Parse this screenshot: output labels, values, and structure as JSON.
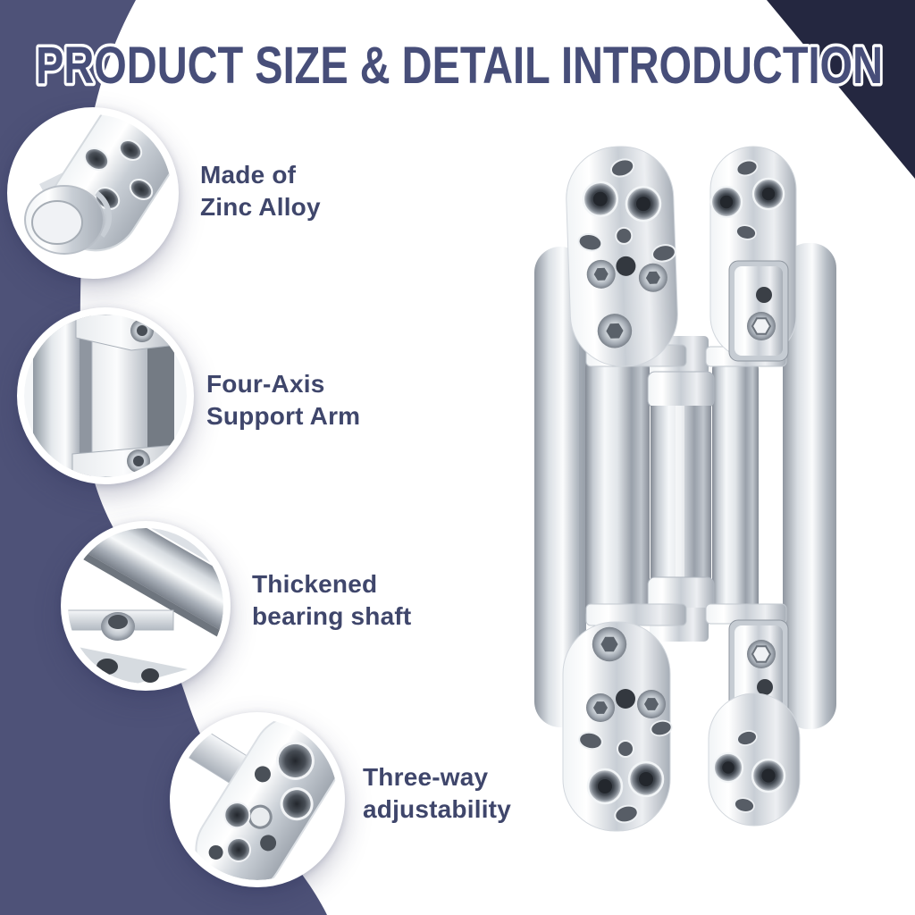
{
  "banner": {
    "title": "PRODUCT SIZE & DETAIL INTRODUCTION"
  },
  "features": [
    {
      "line1": "Made of",
      "line2": "Zinc Alloy",
      "photo": "zinc-alloy-corner-close-up"
    },
    {
      "line1": "Four-Axis",
      "line2": "Support Arm",
      "photo": "support-arm-close-up"
    },
    {
      "line1": "Thickened",
      "line2": "bearing shaft",
      "photo": "bearing-shaft-close-up"
    },
    {
      "line1": "Three-way",
      "line2": "adjustability",
      "photo": "adjustment-plate-close-up"
    }
  ],
  "product": {
    "photo": "concealed-door-hinge-chrome-render"
  },
  "colors": {
    "ribbon_purple": "#4E5278",
    "corner_navy": "#242740",
    "title_fill": "#474E79",
    "title_outline": "#FFFFFF",
    "label_text": "#3F466B",
    "background": "#FFFFFF"
  }
}
